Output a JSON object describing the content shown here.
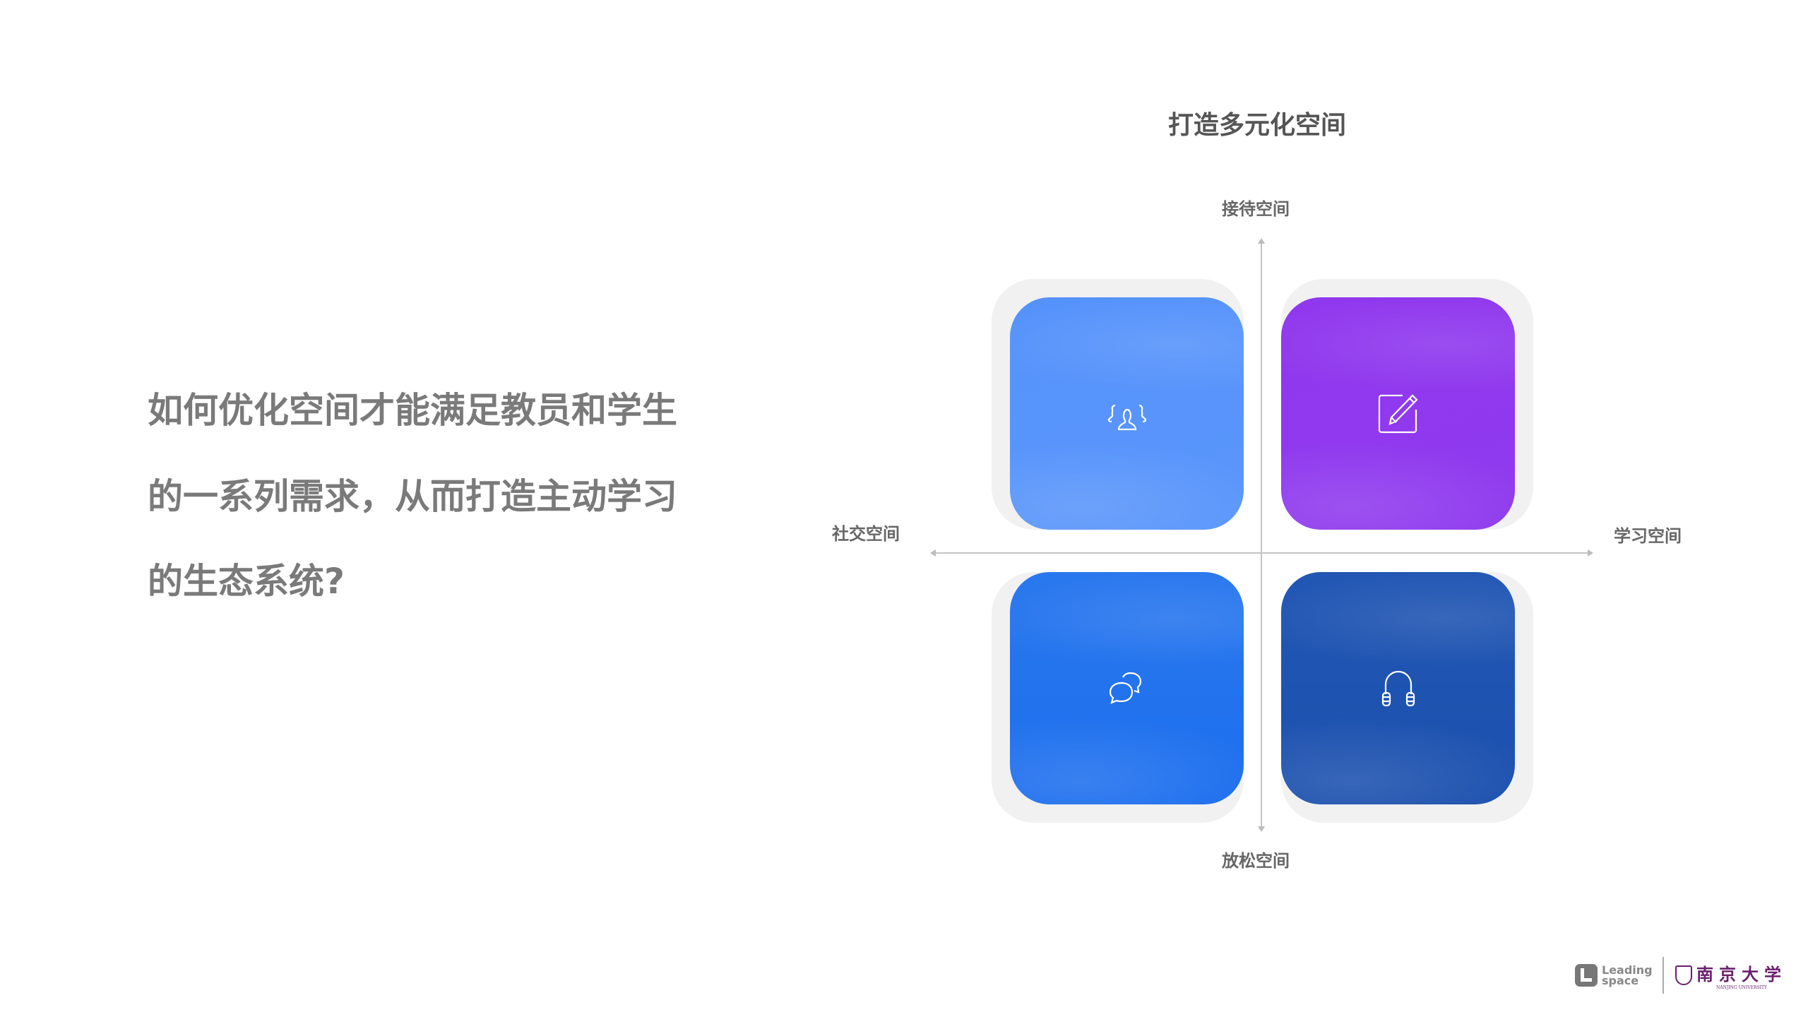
{
  "question": {
    "lines": [
      "如何优化空间才能满足教员和学生",
      "的一系列需求，从而打造主动学习",
      "的生态系统?"
    ]
  },
  "diagram": {
    "title": "打造多元化空间",
    "axes": {
      "top": "接待空间",
      "bottom": "放松空间",
      "left": "社交空间",
      "right": "学习空间"
    },
    "quadrants": [
      {
        "position": "top-left",
        "icon": "people-group-icon",
        "color": "#5592fb"
      },
      {
        "position": "top-right",
        "icon": "edit-note-icon",
        "color": "#8f3aee"
      },
      {
        "position": "bottom-left",
        "icon": "chat-bubbles-icon",
        "color": "#1e6fee"
      },
      {
        "position": "bottom-right",
        "icon": "headphones-icon",
        "color": "#1c52b0"
      }
    ]
  },
  "footer": {
    "brand_left": "Leading space",
    "brand_right_cn": "南京大学",
    "brand_right_en": "NANJING UNIVERSITY"
  }
}
